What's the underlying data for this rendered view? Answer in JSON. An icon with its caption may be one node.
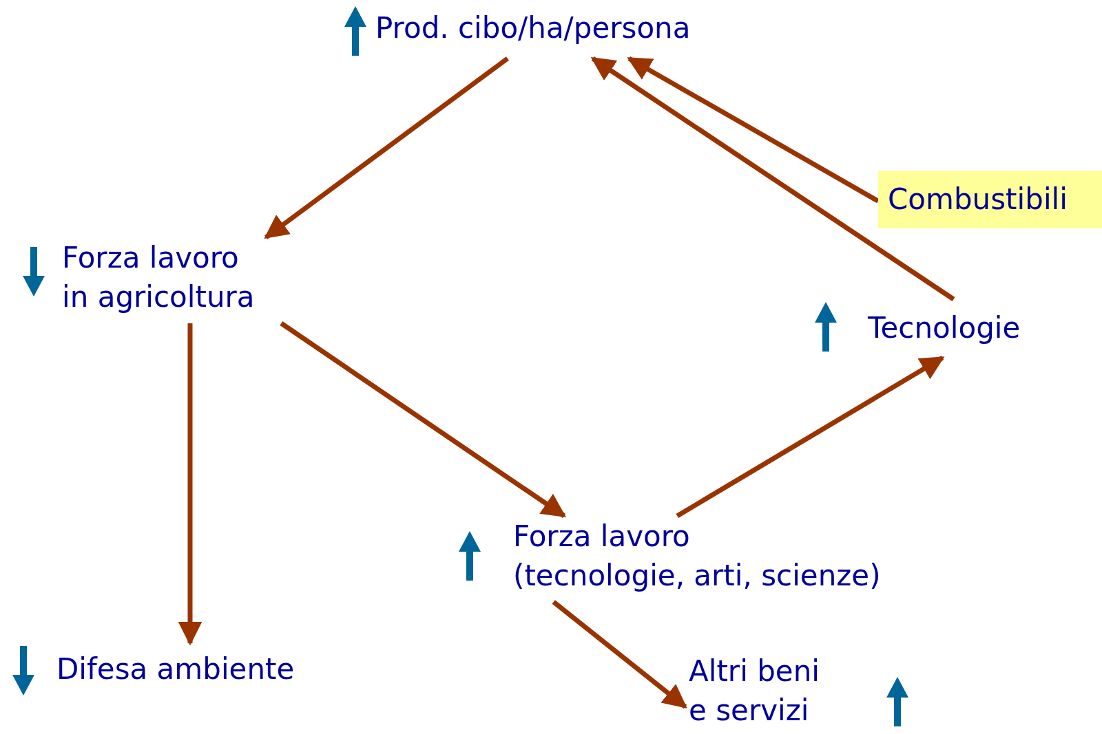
{
  "diagram": {
    "nodes": [
      {
        "text": [
          "Prod. cibo/ha/persona"
        ]
      },
      {
        "text": [
          "Forza lavoro in agricoltura"
        ]
      },
      {
        "text": [
          "Difesa ambiente"
        ]
      },
      {
        "text": [
          "Forza lavoro (tecnologie, arti, scienze)"
        ]
      },
      {
        "text": [
          "Altri beni e servizi"
        ]
      },
      {
        "text": [
          "Tecnologie"
        ]
      },
      {
        "text": [
          "Combustibili"
        ]
      }
    ],
    "edges": [
      {
        "from": 0,
        "to": 1,
        "arrow": "to"
      },
      {
        "from": 1,
        "to": 3,
        "arrow": "to"
      },
      {
        "from": 1,
        "to": 2,
        "arrow": "to"
      },
      {
        "from": 3,
        "to": 5,
        "arrow": "to"
      },
      {
        "from": 3,
        "to": 4,
        "arrow": "to"
      },
      {
        "from": 5,
        "to": 0,
        "arrow": "to"
      },
      {
        "from": 6,
        "to": 0,
        "arrow": "to"
      }
    ]
  }
}
